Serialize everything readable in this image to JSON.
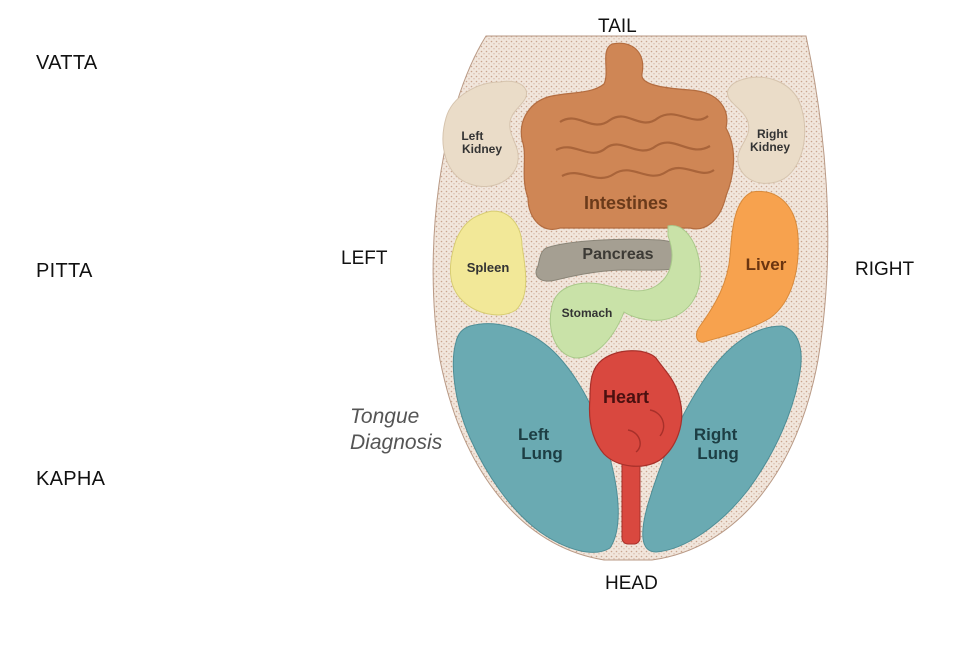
{
  "doshas": {
    "vatta": "VATTA",
    "pitta": "PITTA",
    "kapha": "KAPHA"
  },
  "directions": {
    "tail": "TAIL",
    "head": "HEAD",
    "left": "LEFT",
    "right": "RIGHT"
  },
  "caption": {
    "line1": "Tongue",
    "line2": "Diagnosis"
  },
  "organs": {
    "left_kidney": [
      "Left",
      "Kidney"
    ],
    "right_kidney": [
      "Right",
      "Kidney"
    ],
    "intestines": "Intestines",
    "spleen": "Spleen",
    "pancreas": "Pancreas",
    "liver": "Liver",
    "stomach": "Stomach",
    "heart": "Heart",
    "left_lung": [
      "Left",
      "Lung"
    ],
    "right_lung": [
      "Right",
      "Lung"
    ]
  },
  "colors": {
    "tongue_fill": "#f1e6dc",
    "tongue_dots": "#c9a48e",
    "kidney": "#eadcc8",
    "intestines": "#cf8655",
    "spleen": "#f2e898",
    "pancreas": "#a59f92",
    "liver": "#f7a24e",
    "stomach": "#c9e2a8",
    "heart": "#d9483f",
    "lung": "#6aaab2"
  }
}
